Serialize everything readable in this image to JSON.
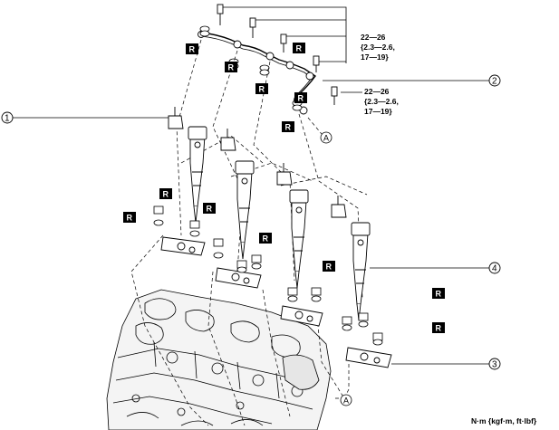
{
  "callouts": [
    {
      "number": "1"
    },
    {
      "number": "2"
    },
    {
      "number": "3"
    },
    {
      "number": "4"
    }
  ],
  "torque_specs": [
    {
      "line1": "22—26",
      "line2": "{2.3—2.6,",
      "line3": "17—19}"
    },
    {
      "line1": "22—26",
      "line2": "{2.3—2.6,",
      "line3": "17—19}"
    }
  ],
  "replace_label": "R",
  "reference_mark": "A",
  "unit_note": "N·m {kgf·m, ft·lbf}"
}
